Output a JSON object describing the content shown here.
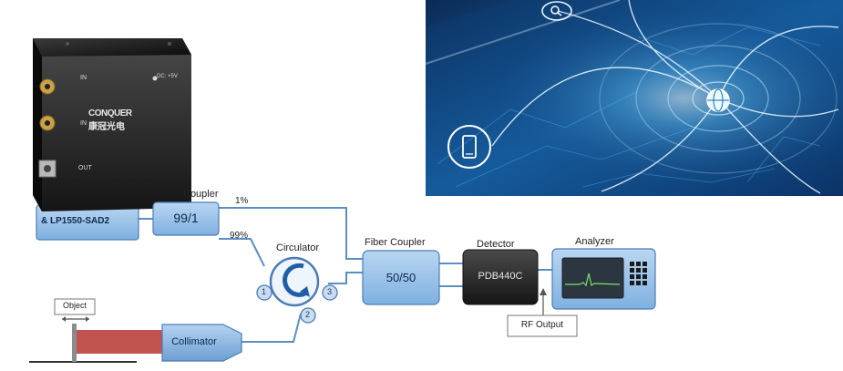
{
  "product": {
    "brand": "CONQUER",
    "brand_cn": "康冠光电",
    "port_in_1": "IN",
    "port_in_2": "IN",
    "port_out": "OUT",
    "power": "DC: +5V"
  },
  "source_label": "& LP1550-SAD2",
  "coupler": {
    "title": "Coupler",
    "ratio": "99/1",
    "branch_top": "1%",
    "branch_bottom": "99%"
  },
  "circulator": {
    "title": "Circulator",
    "port1": "1",
    "port2": "2",
    "port3": "3"
  },
  "fiber_coupler": {
    "title": "Fiber Coupler",
    "ratio": "50/50"
  },
  "detector": {
    "title": "Detector",
    "model": "PDB440C"
  },
  "analyzer": {
    "title": "Analyzer"
  },
  "rf_output": "RF Output",
  "object_label": "Object",
  "collimator": "Collimator",
  "colors": {
    "box_blue": "#8fbbe6",
    "box_edge": "#4a7db5",
    "fiber": "#5b8fc4",
    "beam": "#c0524f",
    "detector": "#2b2b2b"
  }
}
